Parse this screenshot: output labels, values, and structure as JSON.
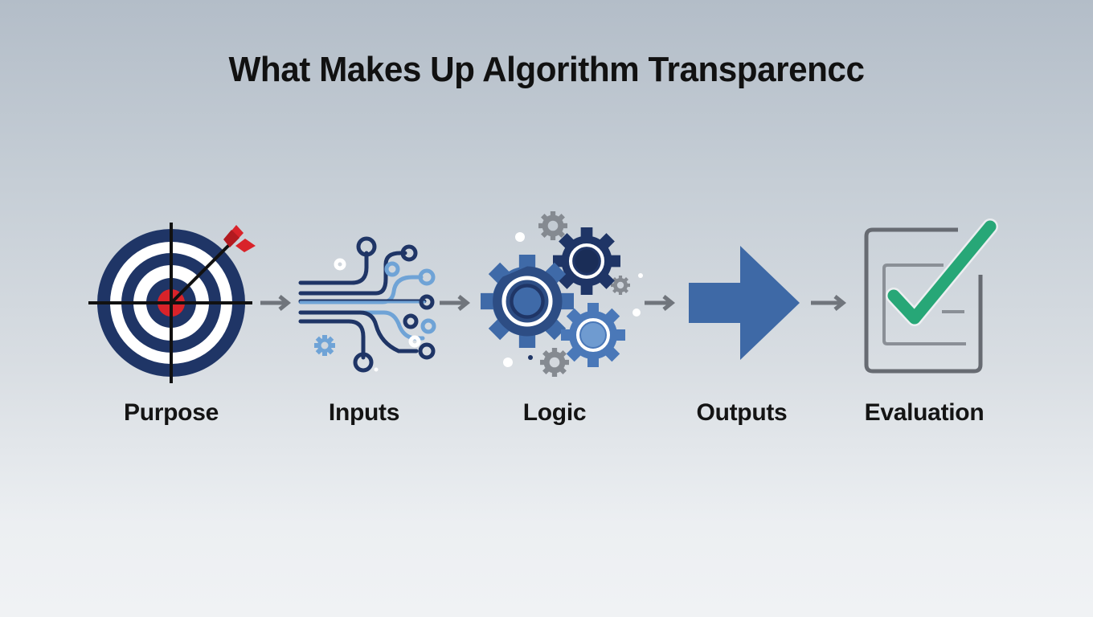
{
  "title": "What Makes Up Algorithm Transparencc",
  "steps": [
    {
      "label": "Purpose",
      "icon": "target-arrow-icon"
    },
    {
      "label": "Inputs",
      "icon": "circuit-lines-icon"
    },
    {
      "label": "Logic",
      "icon": "gears-icon"
    },
    {
      "label": "Outputs",
      "icon": "right-arrow-icon"
    },
    {
      "label": "Evaluation",
      "icon": "checklist-check-icon"
    }
  ],
  "connectors": [
    "arrow-right",
    "arrow-right",
    "arrow-right",
    "arrow-right"
  ],
  "colors": {
    "navy": "#1f3566",
    "mid_blue": "#3f6aa8",
    "light_blue": "#6fa3d6",
    "red": "#d9232a",
    "green": "#27a777",
    "gray": "#6b6f76",
    "bg_top": "#b3bdc8",
    "bg_bottom": "#f0f2f4"
  }
}
